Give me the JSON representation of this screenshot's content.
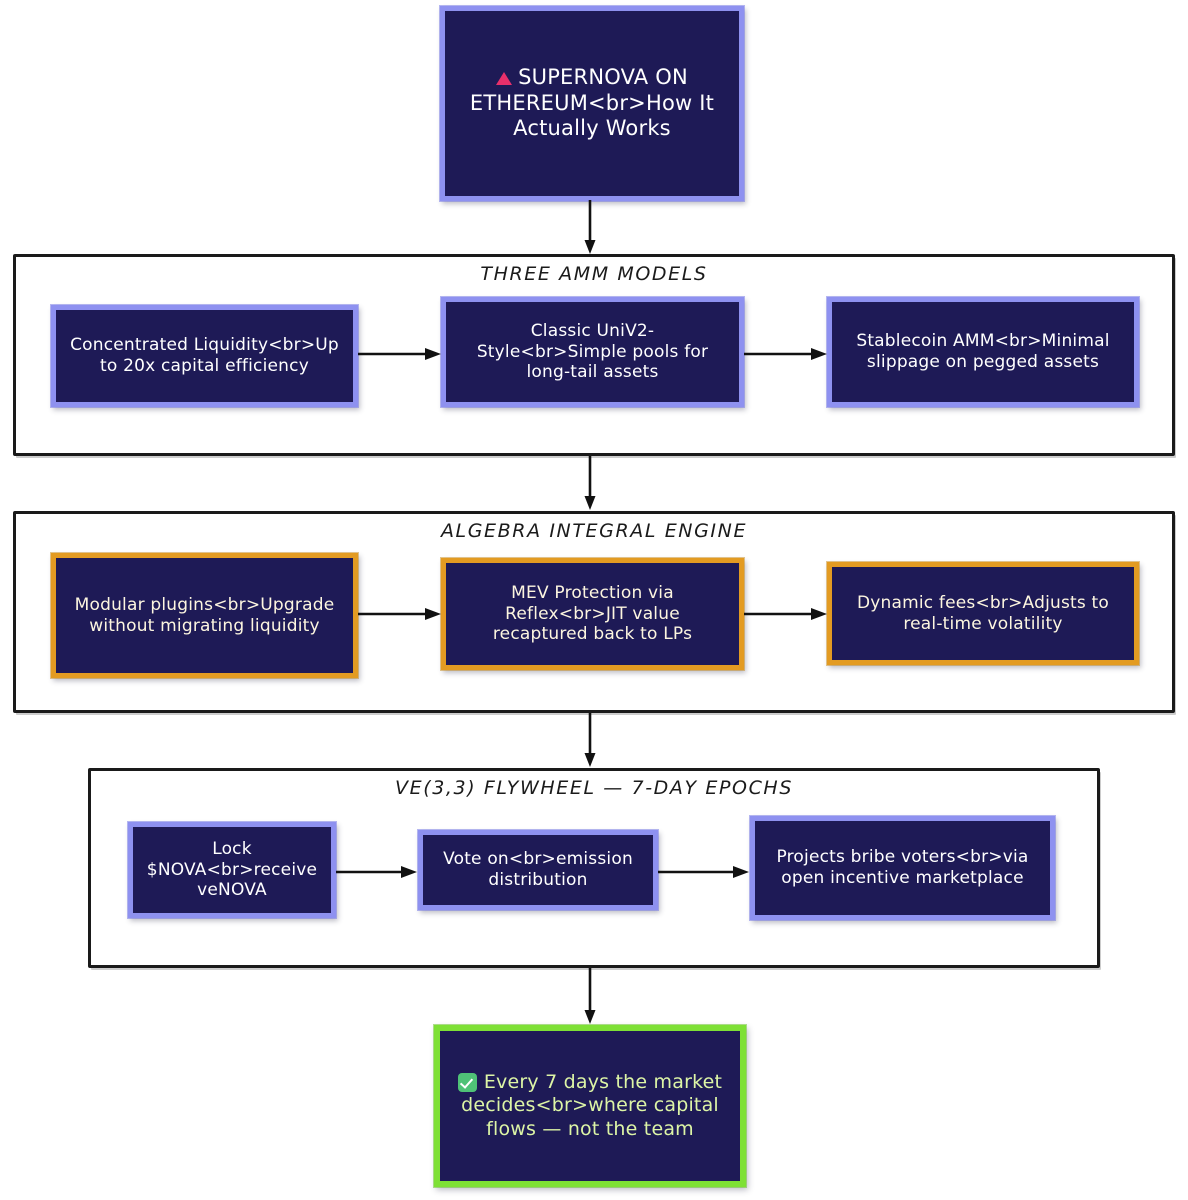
{
  "diagram": {
    "type": "flowchart",
    "direction": "top-down",
    "background": "#ffffff",
    "colors": {
      "node_fill": "#1e1a56",
      "periwinkle_border": "#8e91f0",
      "gold_border": "#e39b22",
      "green_border": "#7ee035",
      "green_text": "#ddf5a6",
      "cream_text": "#fdf6e0",
      "white_text": "#ffffff",
      "edge": "#111111",
      "container_border": "#1a1a1a",
      "triangle_emoji": "#e8306b",
      "check_emoji": "#4fc277"
    }
  },
  "title_node": {
    "icon": "red-triangle-emoji",
    "text": "SUPERNOVA ON ETHEREUM<br>How It Actually Works",
    "style": "periwinkle"
  },
  "sections": [
    {
      "id": "three-amm-models",
      "label": "THREE AMM MODELS",
      "node_style": "periwinkle",
      "nodes": [
        {
          "id": "concentrated-liquidity",
          "text": "Concentrated Liquidity<br>Up to 20x capital efficiency"
        },
        {
          "id": "classic-univ2",
          "text": "Classic UniV2-Style<br>Simple pools for long-tail assets"
        },
        {
          "id": "stablecoin-amm",
          "text": "Stablecoin AMM<br>Minimal slippage on pegged assets"
        }
      ]
    },
    {
      "id": "algebra-integral-engine",
      "label": "ALGEBRA INTEGRAL ENGINE",
      "node_style": "gold",
      "nodes": [
        {
          "id": "modular-plugins",
          "text": "Modular plugins<br>Upgrade without migrating liquidity"
        },
        {
          "id": "mev-protection",
          "text": "MEV Protection via Reflex<br>JIT value recaptured back to LPs"
        },
        {
          "id": "dynamic-fees",
          "text": "Dynamic fees<br>Adjusts to real-time volatility"
        }
      ]
    },
    {
      "id": "ve33-flywheel",
      "label": "VE(3,3) FLYWHEEL — 7-DAY EPOCHS",
      "node_style": "periwinkle",
      "nodes": [
        {
          "id": "lock-nova",
          "text": "Lock $NOVA<br>receive veNOVA"
        },
        {
          "id": "vote-emission",
          "text": "Vote on<br>emission distribution"
        },
        {
          "id": "projects-bribe",
          "text": "Projects bribe voters<br>via open incentive marketplace"
        }
      ]
    }
  ],
  "outcome_node": {
    "icon": "green-check-emoji",
    "text": "Every 7 days the market decides<br>where capital flows — not the team",
    "style": "green"
  }
}
